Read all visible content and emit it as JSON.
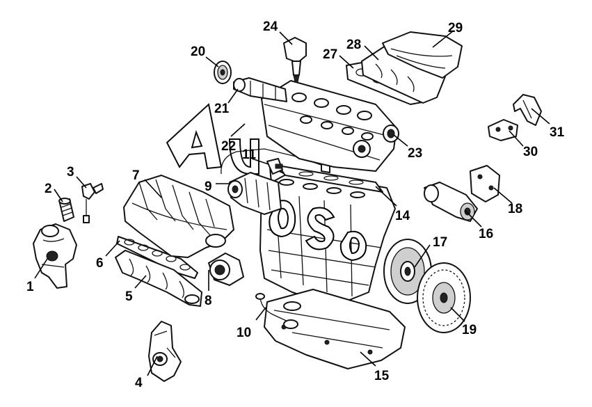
{
  "watermark": "AutoSoft",
  "callouts": [
    {
      "id": "1",
      "label": "1"
    },
    {
      "id": "2",
      "label": "2"
    },
    {
      "id": "3",
      "label": "3"
    },
    {
      "id": "4",
      "label": "4"
    },
    {
      "id": "5",
      "label": "5"
    },
    {
      "id": "6",
      "label": "6"
    },
    {
      "id": "7",
      "label": "7"
    },
    {
      "id": "8",
      "label": "8"
    },
    {
      "id": "9",
      "label": "9"
    },
    {
      "id": "10",
      "label": "10"
    },
    {
      "id": "11",
      "label": "11"
    },
    {
      "id": "14",
      "label": "14"
    },
    {
      "id": "15",
      "label": "15"
    },
    {
      "id": "16",
      "label": "16"
    },
    {
      "id": "17",
      "label": "17"
    },
    {
      "id": "18",
      "label": "18"
    },
    {
      "id": "19",
      "label": "19"
    },
    {
      "id": "20",
      "label": "20"
    },
    {
      "id": "21",
      "label": "21"
    },
    {
      "id": "22",
      "label": "22"
    },
    {
      "id": "23",
      "label": "23"
    },
    {
      "id": "24",
      "label": "24"
    },
    {
      "id": "27",
      "label": "27"
    },
    {
      "id": "28",
      "label": "28"
    },
    {
      "id": "29",
      "label": "29"
    },
    {
      "id": "30",
      "label": "30"
    },
    {
      "id": "31",
      "label": "31"
    }
  ]
}
